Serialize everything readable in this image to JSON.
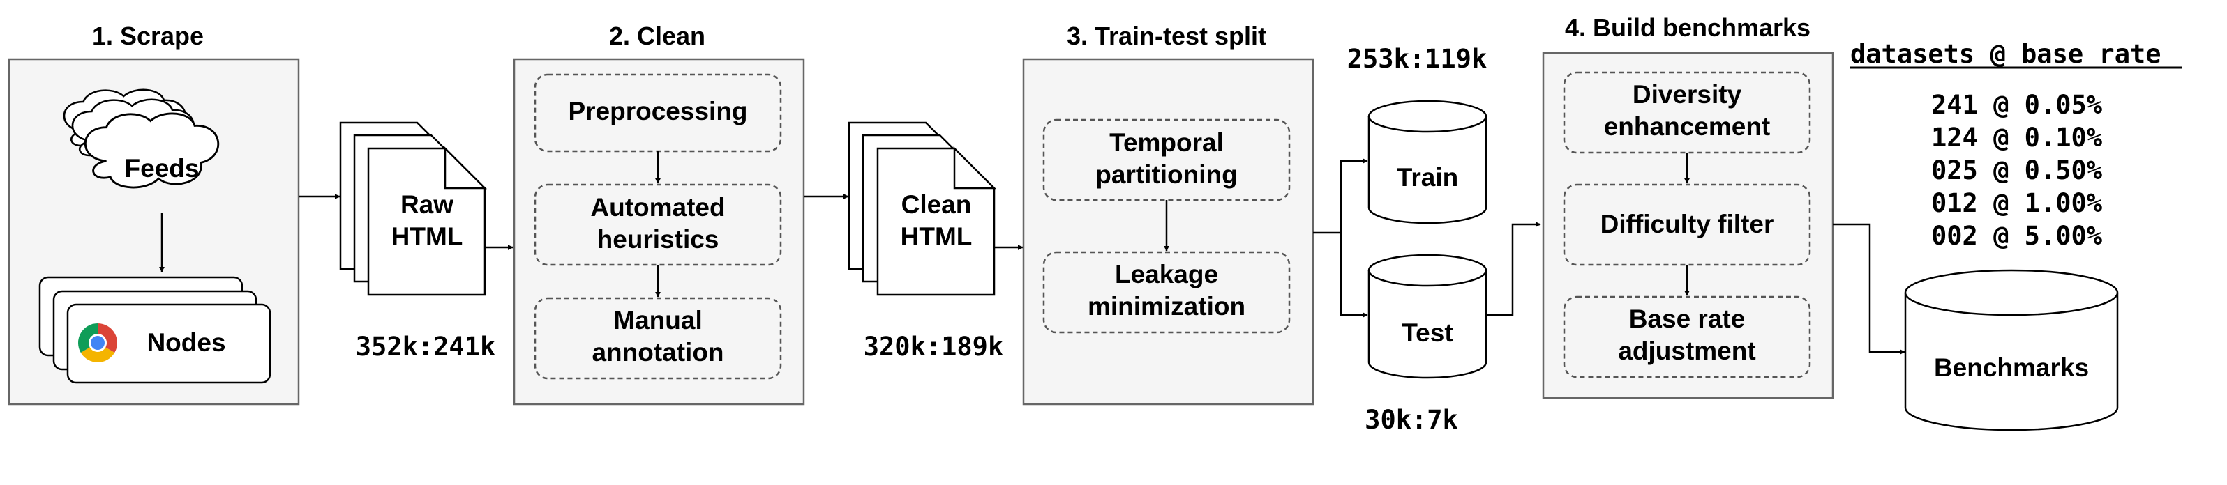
{
  "stages": {
    "scrape": {
      "title": "1. Scrape",
      "feeds": "Feeds",
      "nodes": "Nodes"
    },
    "clean": {
      "title": "2. Clean",
      "steps": [
        "Preprocessing",
        "Automated heuristics",
        "Manual annotation"
      ]
    },
    "split": {
      "title": "3. Train-test split",
      "steps": [
        "Temporal partitioning",
        "Leakage minimization"
      ]
    },
    "build": {
      "title": "4. Build benchmarks",
      "steps": [
        "Diversity enhancement",
        "Difficulty filter",
        "Base rate adjustment"
      ]
    }
  },
  "docs": {
    "raw": {
      "label": "Raw HTML",
      "count": "352k:241k"
    },
    "clean": {
      "label": "Clean HTML",
      "count": "320k:189k"
    }
  },
  "cylinders": {
    "train": {
      "label": "Train",
      "count": "253k:119k"
    },
    "test": {
      "label": "Test",
      "count": "30k:7k"
    },
    "benchmarks": {
      "label": "Benchmarks"
    }
  },
  "datasets": {
    "header": "datasets @ base rate",
    "rows": [
      "241 @ 0.05%",
      "124 @ 0.10%",
      "025 @ 0.50%",
      "012 @ 1.00%",
      "002 @ 5.00%"
    ]
  },
  "colors": {
    "stage_fill": "#f5f5f5",
    "stage_stroke": "#666666",
    "stroke": "#000000",
    "chrome_red": "#DB4437",
    "chrome_yellow": "#F4B400",
    "chrome_green": "#0F9D58",
    "chrome_blue": "#4285F4"
  },
  "icons": [
    "cloud-icon",
    "browser-window-icon",
    "chrome-icon",
    "document-icon",
    "cylinder-icon"
  ]
}
